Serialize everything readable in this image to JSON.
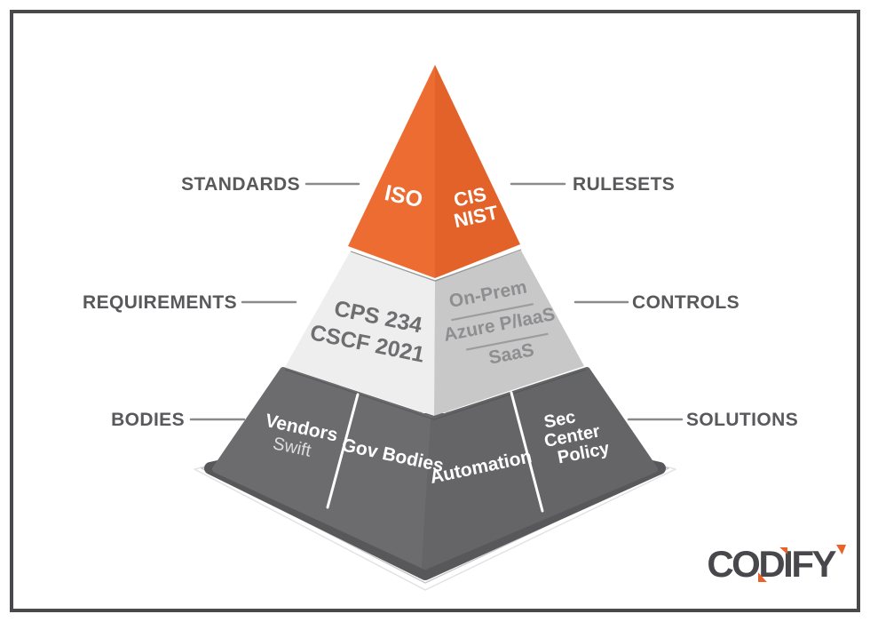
{
  "canvas": {
    "background": "#FFFFFF",
    "frame_color": "#49494C"
  },
  "side_labels": {
    "standards": "STANDARDS",
    "rulesets": "RULESETS",
    "requirements": "REQUIREMENTS",
    "controls": "CONTROLS",
    "bodies": "BODIES",
    "solutions": "SOLUTIONS",
    "text_color": "#59595C",
    "line_color": "#8B8B8E"
  },
  "pyramid": {
    "top_tier": {
      "left_face_color": "#EC6C31",
      "right_face_color": "#E2622A",
      "left_label": "ISO",
      "right_lines": [
        "CIS",
        "NIST"
      ],
      "text_color": "#FFFFFF"
    },
    "middle_tier": {
      "left_face_color": "#EEEEEE",
      "right_face_color": "#C8C8C9",
      "left_lines": [
        "CPS 234",
        "CSCF 2021"
      ],
      "left_text_color": "#6E6E70",
      "right_lines": [
        "On-Prem",
        "Azure P/IaaS",
        "SaaS"
      ],
      "right_text_color": "#8E8E90",
      "separator_color": "#9C9C9E"
    },
    "bottom_tier": {
      "left_face_color": "#6C6C6F",
      "right_face_color": "#656568",
      "divider_color": "#FFFFFF",
      "vendors_title": "Vendors",
      "vendors_sub": "Swift",
      "gov_bodies": "Gov Bodies",
      "automation": "Automation",
      "sec_lines": [
        "Sec",
        "Center",
        "Policy"
      ],
      "text_color": "#FFFFFF",
      "sub_text_color": "#DDDDDE"
    },
    "base_color": "#58585B"
  },
  "logo": {
    "text": "CODIFY",
    "color": "#48484C",
    "accent_color": "#E8622A"
  }
}
